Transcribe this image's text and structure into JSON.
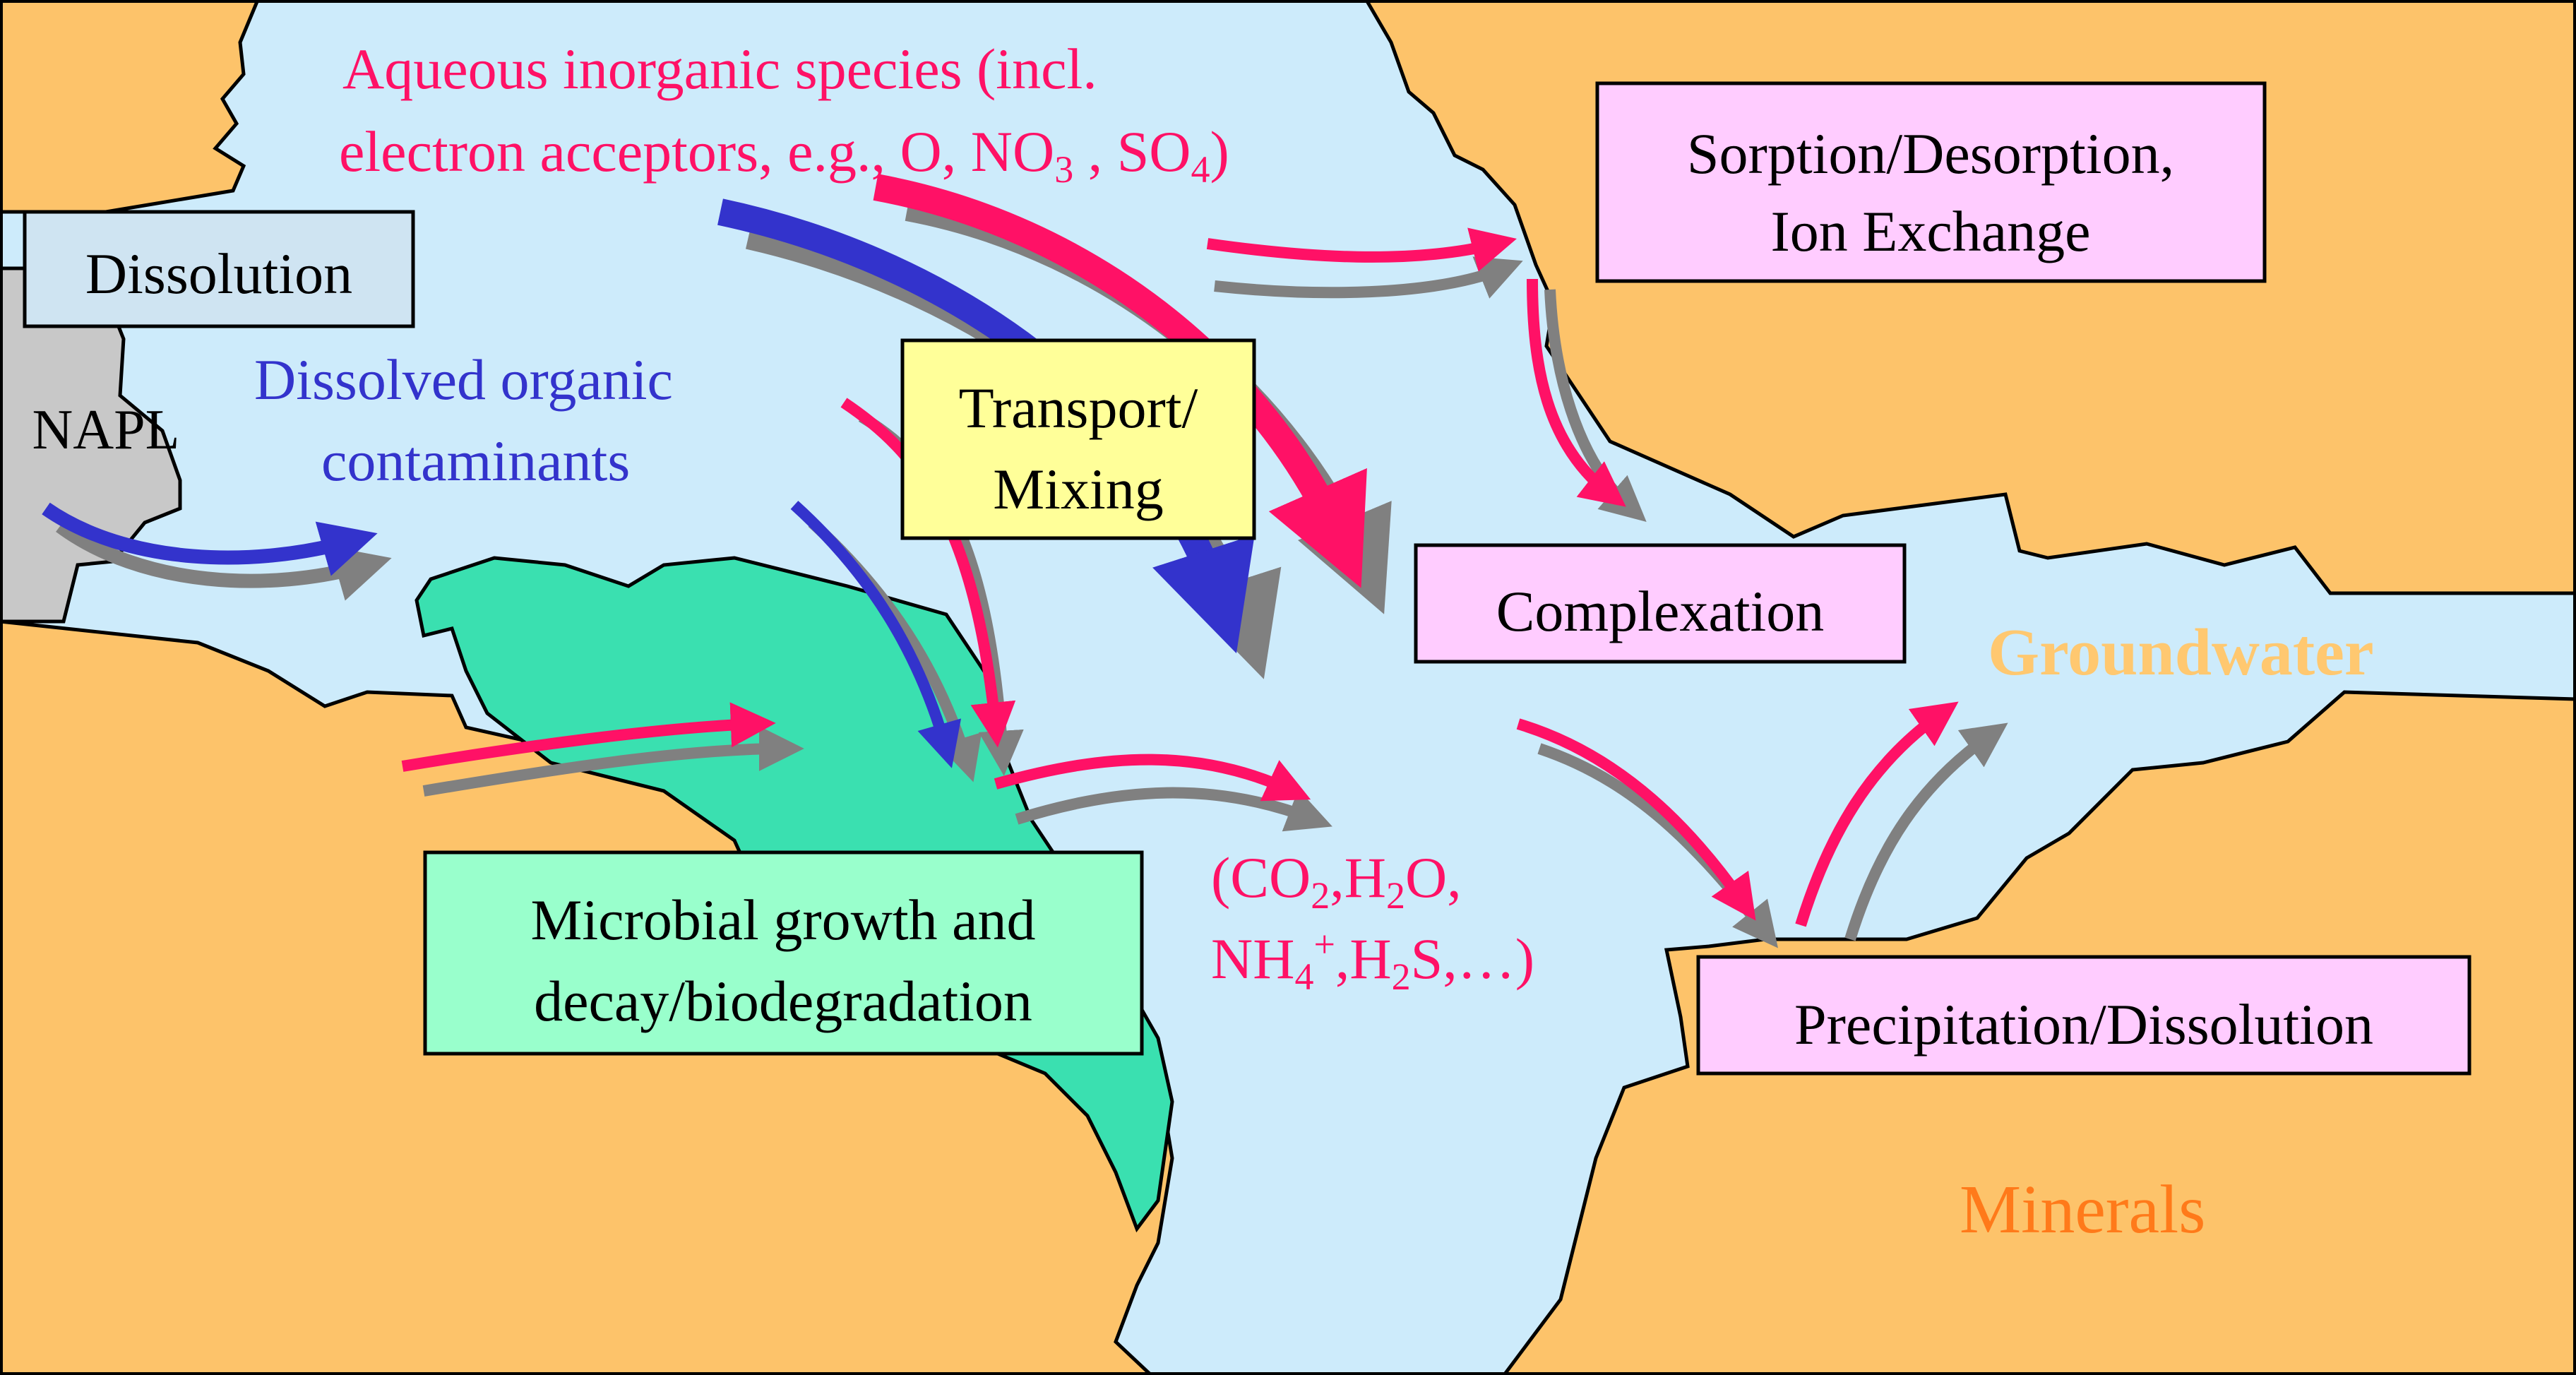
{
  "colors": {
    "mineral": "#fdc36a",
    "water": "#cdebfb",
    "biofilm": "#3ae0b0",
    "napl": "#c8c8c8",
    "red_arrow": "#ff1166",
    "blue_arrow": "#3333cc",
    "grey_arrow": "#808080",
    "box_dissolution": "#cfe4f2",
    "box_transport": "#ffff99",
    "box_process": "#ffccff",
    "box_microbial": "#99ffcc",
    "label_groundwater": "#ffc870",
    "label_minerals": "#ff7a1a"
  },
  "labels": {
    "napl": "NAPL",
    "dissolution": "Dissolution",
    "dissolved_line1": "Dissolved organic",
    "dissolved_line2": "contaminants",
    "aqueous_line1": "Aqueous inorganic species (incl.",
    "aqueous_line2": "electron acceptors, e.g., O, NO",
    "aqueous_sub_no3": "3",
    "aqueous_mid": " , SO",
    "aqueous_sub_so4": "4",
    "aqueous_end": ")",
    "transport_line1": "Transport/",
    "transport_line2": "Mixing",
    "sorption_line1": "Sorption/Desorption,",
    "sorption_line2": "Ion Exchange",
    "complexation": "Complexation",
    "groundwater": "Groundwater",
    "microbial_line1": "Microbial growth and",
    "microbial_line2": "decay/biodegradation",
    "products_l1_a": "(CO",
    "products_l1_sub1": "2",
    "products_l1_b": ",H",
    "products_l1_sub2": "2",
    "products_l1_c": "O,",
    "products_l2_a": "NH",
    "products_l2_sub": "4",
    "products_l2_sup": "+",
    "products_l2_b": ",H",
    "products_l2_sub2": "2",
    "products_l2_c": "S,…)",
    "precipitation": "Precipitation/Dissolution",
    "minerals": "Minerals"
  }
}
